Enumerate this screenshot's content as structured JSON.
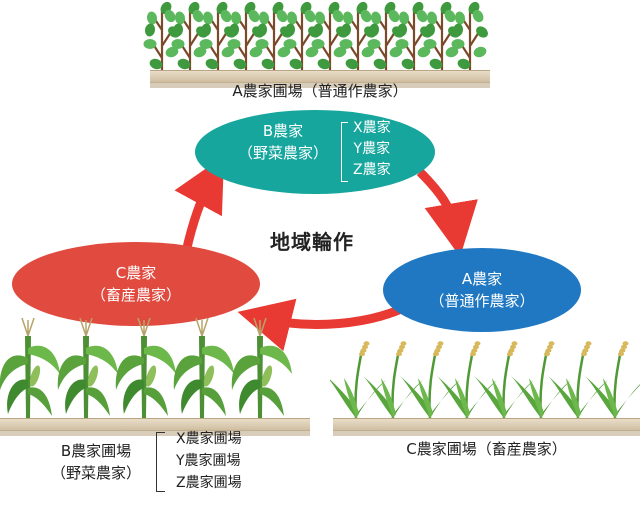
{
  "fields": {
    "a": {
      "caption": "A農家圃場（普通作農家）"
    },
    "b": {
      "caption_line1": "B農家圃場",
      "caption_line2": "（野菜農家）",
      "members": [
        "X農家圃場",
        "Y農家圃場",
        "Z農家圃場"
      ]
    },
    "c": {
      "caption": "C農家圃場（畜産農家）"
    }
  },
  "nodes": {
    "b": {
      "name": "B農家",
      "type": "（野菜農家）",
      "members": [
        "X農家",
        "Y農家",
        "Z農家"
      ],
      "color": "#16a69d"
    },
    "a": {
      "name": "A農家",
      "type": "（普通作農家）",
      "color": "#1f78c1"
    },
    "c": {
      "name": "C農家",
      "type": "（畜産農家）",
      "color": "#e04a3f"
    }
  },
  "cycle_label": "地域輪作",
  "arrow_color": "#e83a33"
}
